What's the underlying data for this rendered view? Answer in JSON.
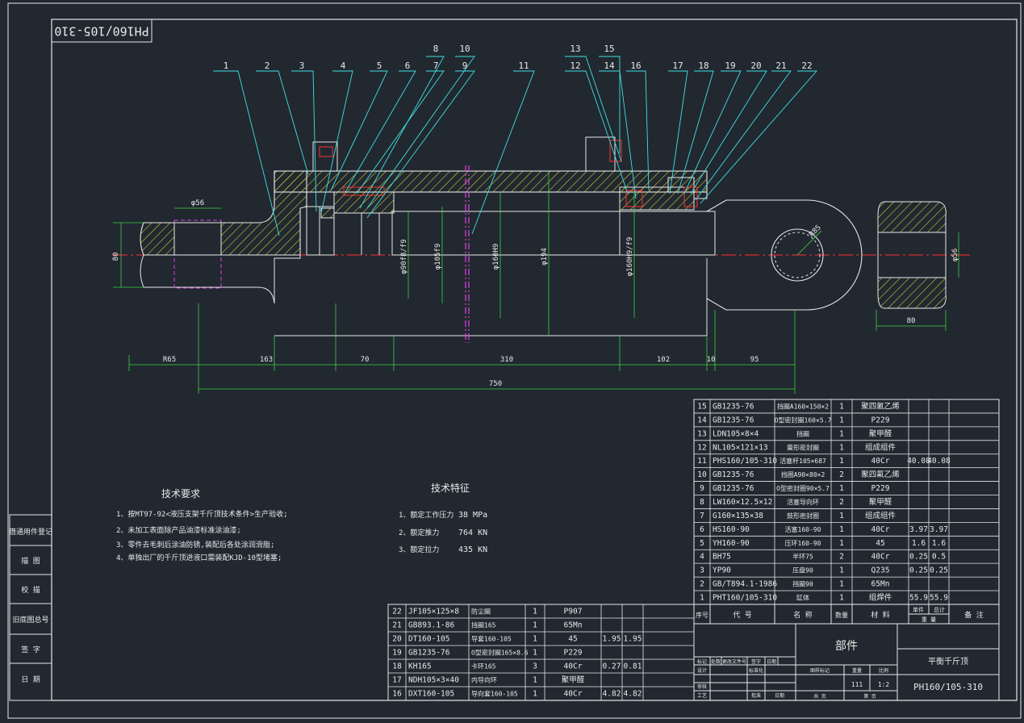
{
  "drawing_no": "PH160/105-310",
  "balloons": [
    "1",
    "2",
    "3",
    "4",
    "5",
    "6",
    "7",
    "8",
    "9",
    "10",
    "11",
    "12",
    "13",
    "14",
    "15",
    "16",
    "17",
    "18",
    "19",
    "20",
    "21",
    "22"
  ],
  "dims": {
    "d56_left": "φ56",
    "h80_left": "80",
    "d90": "φ90f8/f9",
    "d105": "φ105f9",
    "d160h9": "φ160H9",
    "d194": "φ194",
    "d160h9f9": "φ160H9/f9",
    "r65": "R65",
    "l163": "163",
    "l70": "70",
    "l310": "310",
    "l102": "102",
    "l10": "10",
    "l95": "95",
    "l750": "750",
    "r85": "R85",
    "d56_right": "φ56",
    "w80_right": "80"
  },
  "tech_req": {
    "title": "技术要求",
    "items": [
      "1、按MT97-92<液压支架千斤顶技术条件>生产验收;",
      "2、未加工表面除产品油漆标准涂油漆;",
      "3、零件去毛刺后涂油防锈,装配后各处涂润滑脂;",
      "4、单独出厂的千斤顶进液口需装配KJD-10型堵塞;"
    ]
  },
  "tech_char": {
    "title": "技术特征",
    "items": [
      {
        "label": "1、额定工作压力",
        "value": "38 MPa"
      },
      {
        "label": "2、额定推力",
        "value": "764 KN"
      },
      {
        "label": "3、额定拉力",
        "value": "435 KN"
      }
    ]
  },
  "bom_upper": [
    [
      "15",
      "GB1235-76",
      "挡圈A160×150×2",
      "1",
      "聚四氟乙烯",
      "",
      "",
      ""
    ],
    [
      "14",
      "GB1235-76",
      "O型密封圈160×5.7",
      "1",
      "P229",
      "",
      "",
      ""
    ],
    [
      "13",
      "LDN105×8×4",
      "挡圈",
      "1",
      "聚甲醛",
      "",
      "",
      ""
    ],
    [
      "12",
      "NL105×121×13",
      "蕾形密封圈",
      "1",
      "组成组件",
      "",
      "",
      ""
    ],
    [
      "11",
      "PHS160/105-310",
      "活塞杆105×687",
      "1",
      "40Cr",
      "40.08",
      "40.08",
      ""
    ],
    [
      "10",
      "GB1235-76",
      "挡圈A90×80×2",
      "2",
      "聚四氟乙烯",
      "",
      "",
      ""
    ],
    [
      "9",
      "GB1235-76",
      "O型密封圈90×5.7",
      "1",
      "P229",
      "",
      "",
      ""
    ],
    [
      "8",
      "LW160×12.5×12",
      "活塞导向环",
      "2",
      "聚甲醛",
      "",
      "",
      ""
    ],
    [
      "7",
      "G160×135×38",
      "鼓形密封圈",
      "1",
      "组成组件",
      "",
      "",
      ""
    ],
    [
      "6",
      "HS160-90",
      "活塞160-90",
      "1",
      "40Cr",
      "3.97",
      "3.97",
      ""
    ],
    [
      "5",
      "YH160-90",
      "压环160-90",
      "1",
      "45",
      "1.6",
      "1.6",
      ""
    ],
    [
      "4",
      "BH75",
      "半环75",
      "2",
      "40Cr",
      "0.25",
      "0.5",
      ""
    ],
    [
      "3",
      "YP90",
      "压盘90",
      "1",
      "Q235",
      "0.25",
      "0.25",
      ""
    ],
    [
      "2",
      "GB/T894.1-1986",
      "挡圈90",
      "1",
      "65Mn",
      "",
      "",
      ""
    ],
    [
      "1",
      "PHT160/105-310",
      "缸体",
      "1",
      "组焊件",
      "55.9",
      "55.9",
      ""
    ]
  ],
  "bom_header": {
    "no": "序号",
    "code": "代  号",
    "name": "名    称",
    "qty": "数量",
    "mat": "材   料",
    "single": "单件",
    "total": "总计",
    "weight": "重  量",
    "note": "备   注"
  },
  "bom_lower": [
    [
      "22",
      "JF105×125×8",
      "防尘圈",
      "1",
      "P907",
      "",
      ""
    ],
    [
      "21",
      "GB893.1-86",
      "挡圈165",
      "1",
      "65Mn",
      "",
      ""
    ],
    [
      "20",
      "DT160-105",
      "导套160-105",
      "1",
      "45",
      "1.95",
      "1.95"
    ],
    [
      "19",
      "GB1235-76",
      "O型密封圈165×8.6",
      "1",
      "P229",
      "",
      ""
    ],
    [
      "18",
      "KH165",
      "卡环165",
      "3",
      "40Cr",
      "0.27",
      "0.81"
    ],
    [
      "17",
      "NDH105×3×40",
      "内导向环",
      "1",
      "聚甲醛",
      "",
      ""
    ],
    [
      "16",
      "DXT160-105",
      "导向套160-105",
      "1",
      "40Cr",
      "4.82",
      "4.82"
    ]
  ],
  "title_block": {
    "part_type": "部件",
    "product_name": "平衡千斤顶",
    "drawing_no": "PH160/105-310",
    "qty": "111",
    "scale": "1:2",
    "small_labels": [
      "标记",
      "处数",
      "更改文件号",
      "签字",
      "日期",
      "设计",
      "标准化",
      "审核",
      "工艺",
      "批准",
      "日期",
      "图样标记",
      "重量",
      "比例",
      "共   页",
      "第   页"
    ]
  },
  "side_labels": [
    "借通用件登记",
    "描   图",
    "校   描",
    "旧底图总号",
    "签   字",
    "日   期"
  ]
}
